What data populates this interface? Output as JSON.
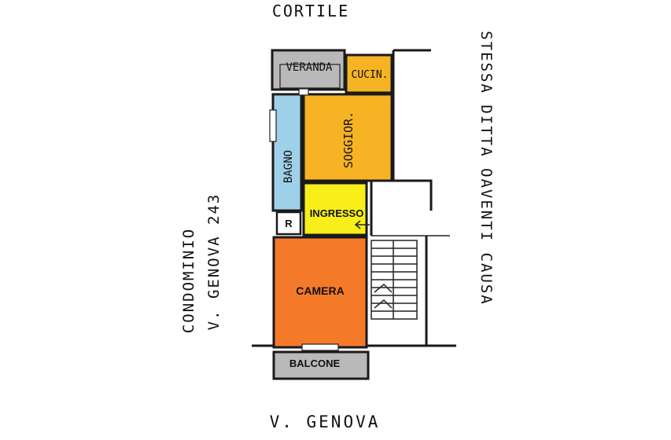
{
  "surroundings": {
    "north": "CORTILE",
    "south": "V. GENOVA",
    "west_line1": "CONDOMINIO",
    "west_line2": "V. GENOVA 243",
    "east": "STESSA DITTA OAVENTI CAUSA"
  },
  "rooms": {
    "veranda": {
      "label": "VERANDA",
      "color": "#b9b9b9"
    },
    "cucina": {
      "label": "CUCIN.",
      "color": "#f6b324"
    },
    "soggiorno": {
      "label": "SOGGIOR.",
      "color": "#f6b324"
    },
    "bagno": {
      "label": "BAGNO",
      "color": "#9ed0ea"
    },
    "ripostiglio": {
      "label": "R",
      "color": "#ffffff"
    },
    "ingresso": {
      "label": "INGRESSO",
      "color": "#f8ee1a"
    },
    "camera": {
      "label": "CAMERA",
      "color": "#f47a2a"
    },
    "balcone": {
      "label": "BALCONE",
      "color": "#b9b9b9"
    }
  }
}
